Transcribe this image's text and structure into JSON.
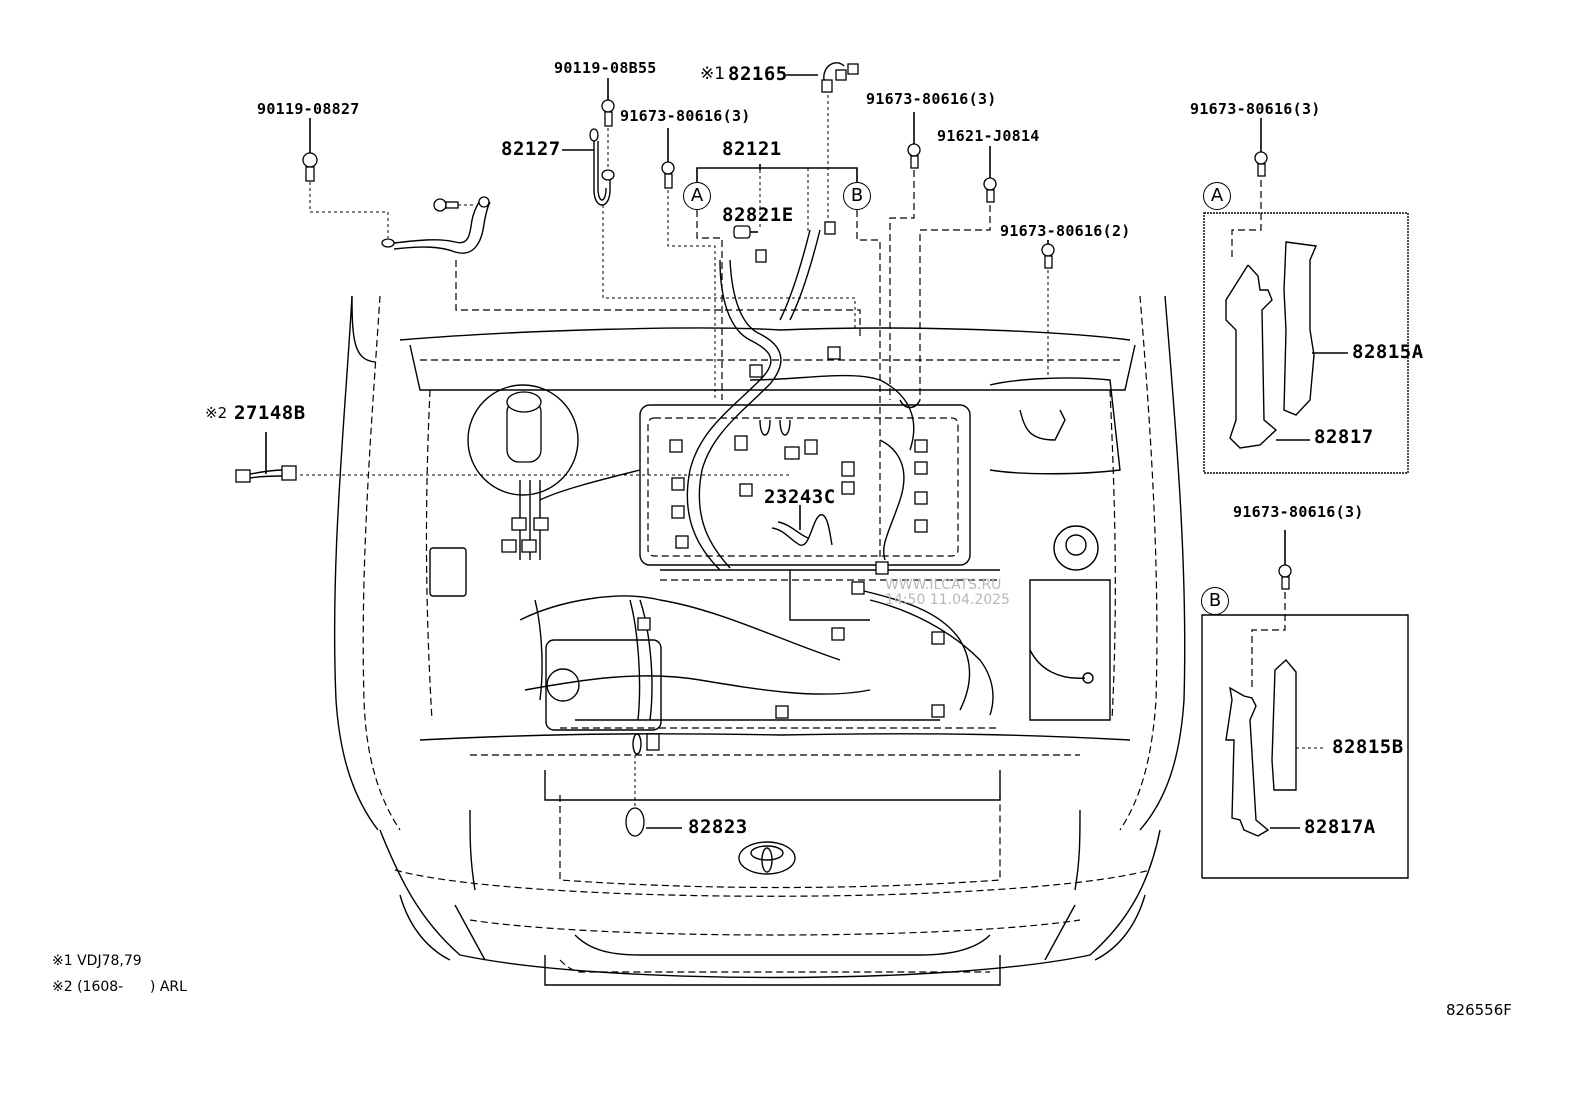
{
  "diagram": {
    "title": "Engine room wire harness",
    "catalog_code": "826556F",
    "watermark": [
      "WWW.ILCATS.RU",
      "14:50 11.04.2025"
    ],
    "parts": {
      "p90119_08827": "90119-08827",
      "p90119_08B55": "90119-08B55",
      "p82165": "82165",
      "p82165_mark": "※1",
      "p82127": "82127",
      "p91673_80616_3_a": "91673-80616(3)",
      "p82121": "82121",
      "p82821E": "82821E",
      "p91673_80616_3_b": "91673-80616(3)",
      "p91621_J0814": "91621-J0814",
      "p91673_80616_2": "91673-80616(2)",
      "p27148B": "27148B",
      "p27148B_mark": "※2",
      "p23243C": "23243C",
      "p82823": "82823",
      "p91673_80616_3_c": "91673-80616(3)",
      "p82815A": "82815A",
      "p82817": "82817",
      "p91673_80616_3_d": "91673-80616(3)",
      "p82815B": "82815B",
      "p82817A": "82817A"
    },
    "callouts": {
      "a": "A",
      "b": "B"
    },
    "notes": [
      "※1 VDJ78,79",
      "※2 (1608-      ) ARL"
    ]
  }
}
